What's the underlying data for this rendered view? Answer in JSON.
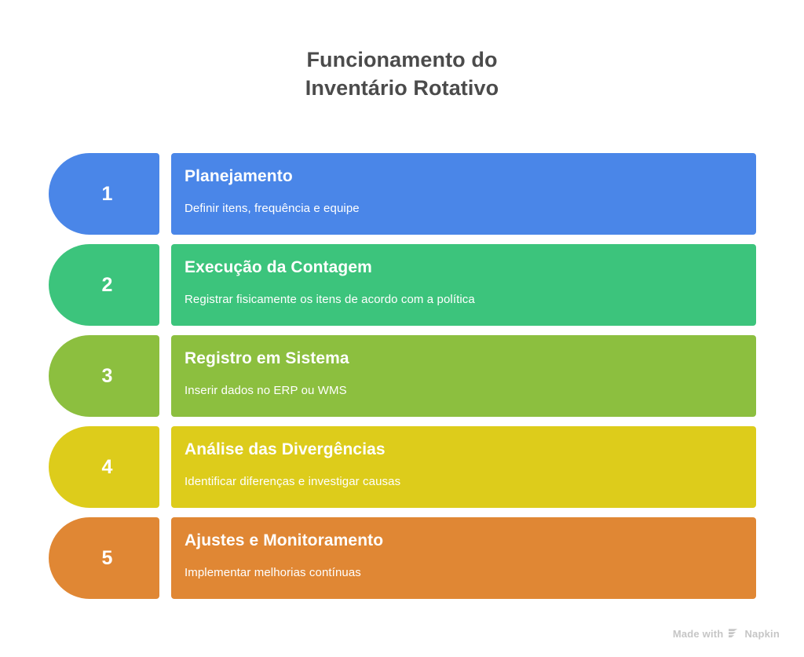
{
  "title": {
    "line1": "Funcionamento do",
    "line2": "Inventário Rotativo",
    "color": "#4b4b4b"
  },
  "steps": [
    {
      "number": "1",
      "heading": "Planejamento",
      "description": "Definir itens, frequência e equipe",
      "color": "#4a86e8"
    },
    {
      "number": "2",
      "heading": "Execução da Contagem",
      "description": "Registrar fisicamente os itens de acordo com a política",
      "color": "#3cc47c"
    },
    {
      "number": "3",
      "heading": "Registro em Sistema",
      "description": "Inserir dados no ERP ou WMS",
      "color": "#8cbf3f"
    },
    {
      "number": "4",
      "heading": "Análise das Divergências",
      "description": "Identificar diferenças e investigar causas",
      "color": "#ddcc1b"
    },
    {
      "number": "5",
      "heading": "Ajustes e Monitoramento",
      "description": "Implementar melhorias contínuas",
      "color": "#e08734"
    }
  ],
  "watermark": {
    "prefix": "Made with",
    "brand": "Napkin",
    "logo_icon": "napkin-logo-icon",
    "color": "#c6c6c6"
  }
}
